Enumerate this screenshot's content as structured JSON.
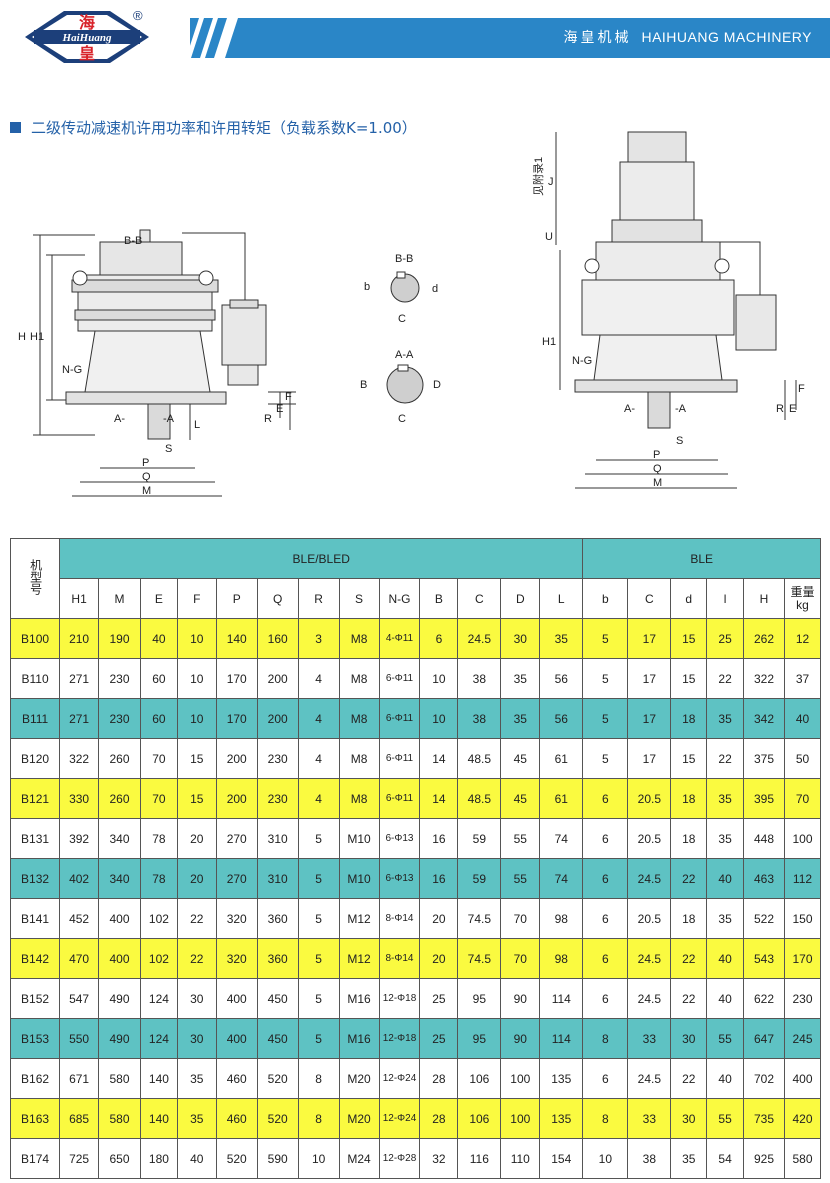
{
  "header": {
    "logo_cn_top": "海",
    "logo_en": "HaiHuang",
    "logo_cn_bottom": "皇",
    "reg_mark": "®",
    "company_cn": "海皇机械",
    "company_en": "HAIHUANG MACHINERY"
  },
  "section": {
    "title": "二级传动减速机许用功率和许用转矩（负载系数K=1.00）"
  },
  "drawing": {
    "left_labels": {
      "bb": "B-B",
      "h": "H",
      "h1": "H1",
      "ng": "N-G",
      "a_left": "A-",
      "a_right": "-A",
      "r": "R",
      "e": "E",
      "f": "F",
      "l": "L",
      "s": "S",
      "p": "P",
      "q": "Q",
      "m": "M"
    },
    "section_labels": {
      "bb_title": "B-B",
      "b": "b",
      "d": "d",
      "c1": "C",
      "aa_title": "A-A",
      "b2": "B",
      "d2": "D",
      "c2": "C"
    },
    "right_labels": {
      "j": "J",
      "appendix": "见附录1",
      "u": "U",
      "h1": "H1",
      "ng": "N-G",
      "a_left": "A-",
      "a_right": "-A",
      "r": "R",
      "e": "E",
      "f": "F",
      "s": "S",
      "p": "P",
      "q": "Q",
      "m": "M"
    }
  },
  "table": {
    "model_header": "机型号",
    "group_bled": "BLE/BLED",
    "group_ble": "BLE",
    "columns": [
      "H1",
      "M",
      "E",
      "F",
      "P",
      "Q",
      "R",
      "S",
      "N-G",
      "B",
      "C",
      "D",
      "L",
      "b",
      "C",
      "d",
      "l",
      "H"
    ],
    "weight_header_top": "重量",
    "weight_header_bottom": "kg",
    "rows": [
      {
        "model": "B100",
        "color": "yellow",
        "cells": [
          "210",
          "190",
          "40",
          "10",
          "140",
          "160",
          "3",
          "M8",
          "4-Φ11",
          "6",
          "24.5",
          "30",
          "35",
          "5",
          "17",
          "15",
          "25",
          "262",
          "12"
        ]
      },
      {
        "model": "B110",
        "color": "white",
        "cells": [
          "271",
          "230",
          "60",
          "10",
          "170",
          "200",
          "4",
          "M8",
          "6-Φ11",
          "10",
          "38",
          "35",
          "56",
          "5",
          "17",
          "15",
          "22",
          "322",
          "37"
        ]
      },
      {
        "model": "B111",
        "color": "teal",
        "cells": [
          "271",
          "230",
          "60",
          "10",
          "170",
          "200",
          "4",
          "M8",
          "6-Φ11",
          "10",
          "38",
          "35",
          "56",
          "5",
          "17",
          "18",
          "35",
          "342",
          "40"
        ]
      },
      {
        "model": "B120",
        "color": "white",
        "cells": [
          "322",
          "260",
          "70",
          "15",
          "200",
          "230",
          "4",
          "M8",
          "6-Φ11",
          "14",
          "48.5",
          "45",
          "61",
          "5",
          "17",
          "15",
          "22",
          "375",
          "50"
        ]
      },
      {
        "model": "B121",
        "color": "yellow",
        "cells": [
          "330",
          "260",
          "70",
          "15",
          "200",
          "230",
          "4",
          "M8",
          "6-Φ11",
          "14",
          "48.5",
          "45",
          "61",
          "6",
          "20.5",
          "18",
          "35",
          "395",
          "70"
        ]
      },
      {
        "model": "B131",
        "color": "white",
        "cells": [
          "392",
          "340",
          "78",
          "20",
          "270",
          "310",
          "5",
          "M10",
          "6-Φ13",
          "16",
          "59",
          "55",
          "74",
          "6",
          "20.5",
          "18",
          "35",
          "448",
          "100"
        ]
      },
      {
        "model": "B132",
        "color": "teal",
        "cells": [
          "402",
          "340",
          "78",
          "20",
          "270",
          "310",
          "5",
          "M10",
          "6-Φ13",
          "16",
          "59",
          "55",
          "74",
          "6",
          "24.5",
          "22",
          "40",
          "463",
          "112"
        ]
      },
      {
        "model": "B141",
        "color": "white",
        "cells": [
          "452",
          "400",
          "102",
          "22",
          "320",
          "360",
          "5",
          "M12",
          "8-Φ14",
          "20",
          "74.5",
          "70",
          "98",
          "6",
          "20.5",
          "18",
          "35",
          "522",
          "150"
        ]
      },
      {
        "model": "B142",
        "color": "yellow",
        "cells": [
          "470",
          "400",
          "102",
          "22",
          "320",
          "360",
          "5",
          "M12",
          "8-Φ14",
          "20",
          "74.5",
          "70",
          "98",
          "6",
          "24.5",
          "22",
          "40",
          "543",
          "170"
        ]
      },
      {
        "model": "B152",
        "color": "white",
        "cells": [
          "547",
          "490",
          "124",
          "30",
          "400",
          "450",
          "5",
          "M16",
          "12-Φ18",
          "25",
          "95",
          "90",
          "114",
          "6",
          "24.5",
          "22",
          "40",
          "622",
          "230"
        ]
      },
      {
        "model": "B153",
        "color": "teal",
        "cells": [
          "550",
          "490",
          "124",
          "30",
          "400",
          "450",
          "5",
          "M16",
          "12-Φ18",
          "25",
          "95",
          "90",
          "114",
          "8",
          "33",
          "30",
          "55",
          "647",
          "245"
        ]
      },
      {
        "model": "B162",
        "color": "white",
        "cells": [
          "671",
          "580",
          "140",
          "35",
          "460",
          "520",
          "8",
          "M20",
          "12-Φ24",
          "28",
          "106",
          "100",
          "135",
          "6",
          "24.5",
          "22",
          "40",
          "702",
          "400"
        ]
      },
      {
        "model": "B163",
        "color": "yellow",
        "cells": [
          "685",
          "580",
          "140",
          "35",
          "460",
          "520",
          "8",
          "M20",
          "12-Φ24",
          "28",
          "106",
          "100",
          "135",
          "8",
          "33",
          "30",
          "55",
          "735",
          "420"
        ]
      },
      {
        "model": "B174",
        "color": "white",
        "cells": [
          "725",
          "650",
          "180",
          "40",
          "520",
          "590",
          "10",
          "M24",
          "12-Φ28",
          "32",
          "116",
          "110",
          "154",
          "10",
          "38",
          "35",
          "54",
          "925",
          "580"
        ]
      }
    ]
  }
}
